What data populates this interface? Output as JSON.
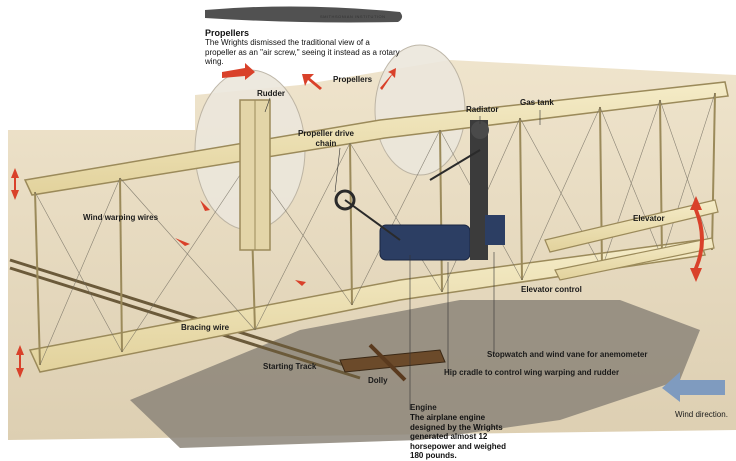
{
  "header": {
    "institution": "SMITHSONIAN INSTITUTION",
    "propellers_title": "Propellers",
    "propellers_desc": "The Wrights dismissed the traditional view of a propeller as an \"air screw,\" seeing it instead as a rotary wing."
  },
  "labels": {
    "propellers": "Propellers",
    "rudder": "Rudder",
    "radiator": "Radiator",
    "gas_tank": "Gas tank",
    "propeller_drive_chain": "Propeller drive chain",
    "wind_warping_wires": "Wind warping wires",
    "elevator": "Elevator",
    "elevator_control": "Elevator control",
    "bracing_wire": "Bracing wire",
    "stopwatch": "Stopwatch and wind vane for anemometer",
    "hip_cradle": "Hip cradle to control wing warping and rudder",
    "starting_track": "Starting Track",
    "dolly": "Dolly",
    "engine_title": "Engine",
    "engine_desc": "The airplane engine designed by the Wrights generated almost 12 horsepower and weighed 180 pounds.",
    "wind_direction": "Wind direction."
  },
  "colors": {
    "sand": "#e8dcc4",
    "shadow": "#8c8579",
    "wing": "#efe6bf",
    "strut": "#9b8a5a",
    "arrow_red": "#d9412a",
    "arrow_blue": "#7f9bbf",
    "engine": "#2c3e63"
  }
}
